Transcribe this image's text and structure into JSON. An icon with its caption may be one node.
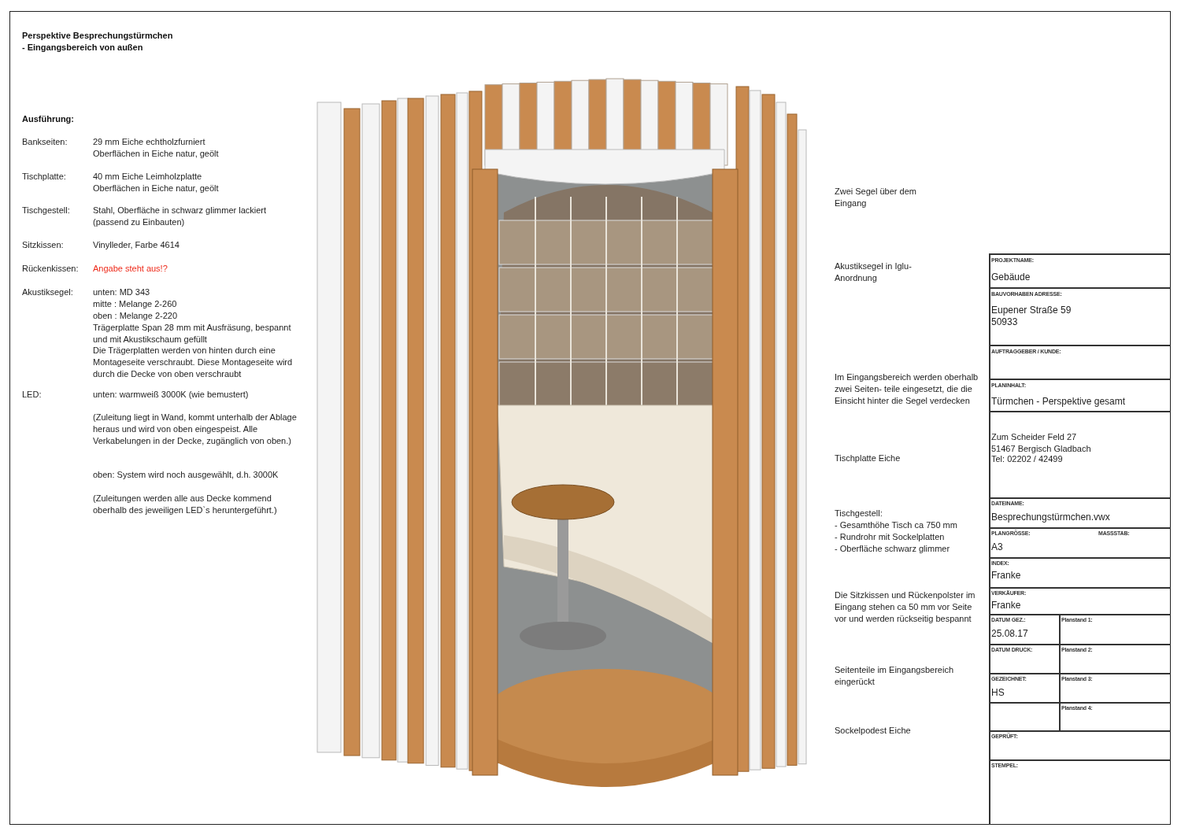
{
  "diagram": {
    "title": "Perspektive Besprechungstürmchen",
    "labels": [
      "- Eingangsbereich von außen",
      "Ausführung:",
      "Bankseiten:",
      "29 mm Eiche echtholzfurniert",
      "Oberflächen in Eiche natur, geölt",
      "Tischplatte:",
      "40 mm Eiche Leimholzplatte",
      "Oberflächen in Eiche natur, geölt",
      "Tischgestell:",
      "Stahl, Oberfläche in schwarz glimmer lackiert (passend zu Einbauten)",
      "Sitzkissen:",
      "Vinylleder, Farbe 4614",
      "Rückenkissen:",
      "Angabe steht aus!?",
      "Akustiksegel:",
      "unten: MD 343",
      "mitte : Melange 2-260",
      "oben : Melange 2-220",
      "Trägerplatte Span 28 mm mit Ausfräsung, bespannt und mit Akustikschaum gefüllt",
      "Die Trägerplatten werden von hinten durch eine Montageseite verschraubt. Diese Montageseite wird durch die Decke von oben verschraubt",
      "LED:",
      "unten: warmweiß 3000K (wie bemustert)",
      "(Zuleitung liegt in Wand, kommt unterhalb der Ablage heraus und wird von oben eingespeist. Alle Verkabelungen in der Decke, zugänglich von oben.)",
      "oben: System wird noch ausgewählt, d.h. 3000K",
      "(Zuleitungen werden alle aus Decke kommend oberhalb des jeweiligen LED`s heruntergeführt.)",
      "Zwei Segel über dem Eingang",
      "Akustiksegel in Iglu- Anordnung",
      "Im Eingangsbereich werden oberhalb zwei Seiten- teile eingesetzt, die die Einsicht hinter die Segel verdecken",
      "Tischplatte Eiche",
      "Tischgestell:",
      "- Gesamthöhe Tisch ca 750 mm",
      "- Rundrohr mit Sockelplatten",
      "- Oberfläche schwarz glimmer",
      "Die Sitzkissen und Rückenpolster im Eingang stehen ca 50 mm vor Seite vor und werden rückseitig bespannt",
      "Seitenteile im Eingangsbereich eingerückt",
      "Sockelpodest Eiche",
      "PROJEKTNAME:",
      "Gebäude",
      "BAUVORHABEN ADRESSE:",
      "Eupener Straße 59 50933",
      "AUFTRAGGEBER / KUNDE:",
      "PLANINHALT:",
      "Türmchen - Perspektive gesamt",
      "Zum Scheider Feld 27 51467 Bergisch Gladbach",
      "Tel: 02202 / 42499",
      "DATEINAME:",
      "Besprechungstürmchen.vwx",
      "PLANGRÖSSE:",
      "MASSSTAB:",
      "A3",
      "INDEX:",
      "Franke",
      "VERKÄUFER:",
      "Franke",
      "DATUM GEZ.:",
      "Planstand 1:",
      "25.08.17",
      "DATUM DRUCK:",
      "Planstand 2:",
      "GEZEICHNET:",
      "Planstand 3:",
      "HS",
      "Planstand 4:",
      "GEPRÜFT:",
      "STEMPEL:"
    ]
  }
}
